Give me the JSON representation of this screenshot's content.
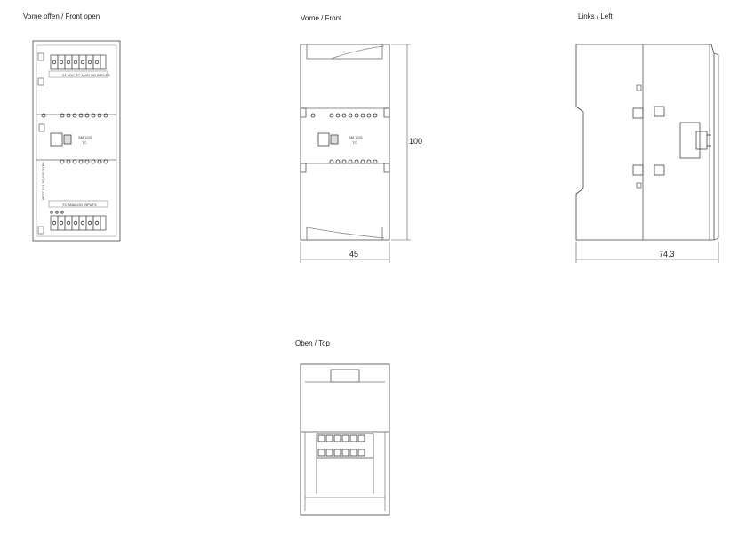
{
  "views": {
    "front_open": {
      "title": "Vorne offen / Front open"
    },
    "front": {
      "title": "Vorne / Front",
      "dim_height": "100",
      "dim_width": "45"
    },
    "left": {
      "title": "Links / Left",
      "dim_depth": "74.3"
    },
    "top": {
      "title": "Oben / Top"
    }
  },
  "module": {
    "model": "SM 1231",
    "subtitle": "TC",
    "part_number": "6ES7 231-5QA30-0XB0",
    "top_connector_label": "24 VDC  TC ANALOG INPUTS",
    "bottom_connector_label": "TC ANALOG INPUTS"
  }
}
